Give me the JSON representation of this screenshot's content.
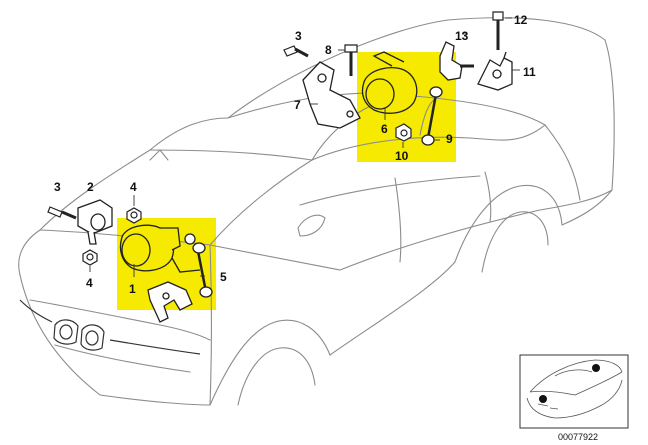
{
  "colors": {
    "highlight": "#f5ea00",
    "line": "#333333",
    "thin": "#8c8c8c"
  },
  "callouts": {
    "c1": "1",
    "c2": "2",
    "c3_front": "3",
    "c4_top": "4",
    "c4_bottom": "4",
    "c5": "5",
    "c6": "6",
    "c7": "7",
    "c8": "8",
    "c9": "9",
    "c10": "10",
    "c11": "11",
    "c12": "12",
    "c13": "13",
    "c3_rear": "3"
  },
  "thumbnail": {
    "code": "00077922"
  }
}
